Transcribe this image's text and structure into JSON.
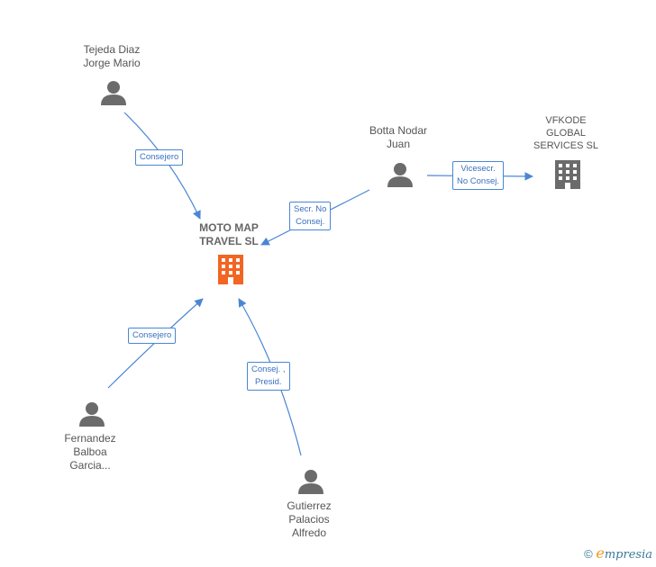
{
  "colors": {
    "edge": "#4a86d4",
    "person": "#6b6b6b",
    "company": "#6b6b6b",
    "main_company": "#f26522"
  },
  "nodes": {
    "tejeda": {
      "line1": "Tejeda Diaz",
      "line2": "Jorge Mario",
      "icon": "person-icon"
    },
    "botta": {
      "line1": "Botta Nodar",
      "line2": "Juan",
      "icon": "person-icon"
    },
    "vfkode": {
      "line1": "VFKODE",
      "line2": "GLOBAL",
      "line3": "SERVICES  SL",
      "icon": "building-icon"
    },
    "moto": {
      "line1": "MOTO MAP",
      "line2": "TRAVEL  SL",
      "icon": "building-icon"
    },
    "fernandez": {
      "line1": "Fernandez",
      "line2": "Balboa",
      "line3": "Garcia...",
      "icon": "person-icon"
    },
    "gutierrez": {
      "line1": "Gutierrez",
      "line2": "Palacios",
      "line3": "Alfredo",
      "icon": "person-icon"
    }
  },
  "edges": {
    "tejeda_moto": {
      "line1": "Consejero"
    },
    "botta_moto": {
      "line1": "Secr.  No",
      "line2": "Consej."
    },
    "botta_vfkode": {
      "line1": "Vicesecr.",
      "line2": "No Consej."
    },
    "fernandez_moto": {
      "line1": "Consejero"
    },
    "gutierrez_moto": {
      "line1": "Consej. ,",
      "line2": "Presid."
    }
  },
  "footer": {
    "copyright": "©",
    "brand_initial": "e",
    "brand_rest": "mpresia"
  }
}
